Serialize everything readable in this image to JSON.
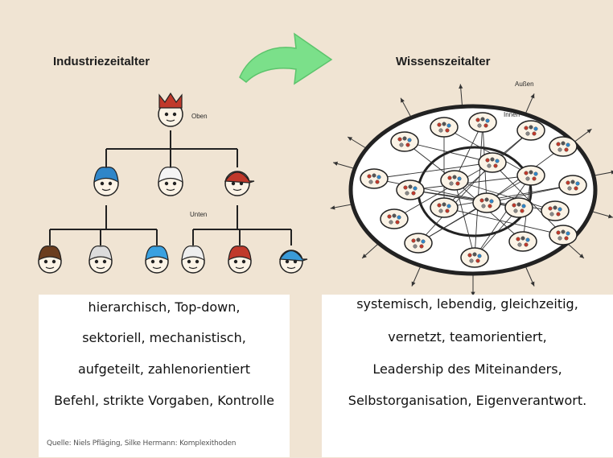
{
  "left": {
    "title": "Industriezeitalter",
    "top_label": "Oben",
    "bottom_label": "Unten",
    "lines": [
      "hierarchisch, Top-down,",
      "sektoriell, mechanistisch,",
      "aufgeteilt, zahlenorientiert",
      "Befehl, strikte Vorgaben, Kontrolle"
    ]
  },
  "right": {
    "title": "Wissenszeitalter",
    "outer_label": "Außen",
    "inner_label": "Innen",
    "lines": [
      "systemisch, lebendig, gleichzeitig,",
      "vernetzt, teamorientiert,",
      "Leadership des Miteinanders,",
      "Selbstorganisation, Eigenverantwort."
    ]
  },
  "source": "Quelle: Niels Pfläging, Silke Hermann: Komplexithoden",
  "colors": {
    "background": "#f0e4d3",
    "arrow": "#7be08a"
  }
}
